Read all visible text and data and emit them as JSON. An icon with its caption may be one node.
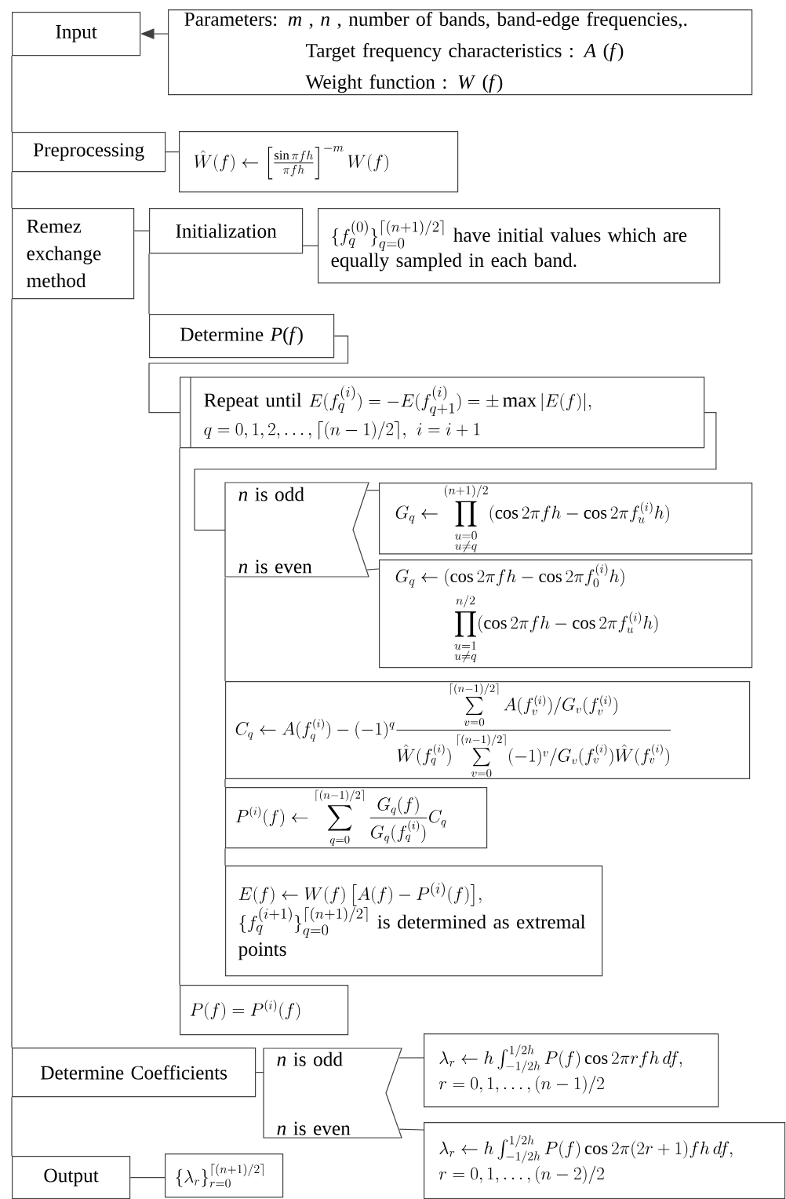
{
  "diagram": {
    "nodes": [
      {
        "text": [
          "Input"
        ]
      },
      {
        "text": [
          "Parameters: *m* , *n* , number of bands, band-edge frequencies,.",
          "Target frequency characteristics : *A* (*f*)",
          "Weight function : *W* (*f*)"
        ]
      },
      {
        "text": [
          "Preprocessing"
        ]
      },
      {
        "text": [
          "\\hat{W}(f)\\leftarrow\\left[\\frac{\\sin\\pi f h}{\\pi f h}\\right]^{-m}W(f)"
        ]
      },
      {
        "text": [
          "Remez exchange method"
        ]
      },
      {
        "text": [
          "Initialization"
        ]
      },
      {
        "text": [
          "\\{f_q^{(0)}\\}_{q=0}^{\\lceil (n+1)/2\\rceil}",
          "have initial values which are equally sampled in each band."
        ]
      },
      {
        "text": [
          "Determine *P*(*f*)"
        ]
      },
      {
        "text": [
          "Repeat until",
          "E(f_q^{(i)})=-E(f_{q+1}^{(i)})=\\pm\\max|E(f)|,",
          "q=0,1,2,\\ldots,\\lceil (n-1)/2\\rceil,\\ i=i+1"
        ]
      },
      {
        "text": [
          "*n* is odd",
          "*n* is even"
        ]
      },
      {
        "text": [
          "G_q\\leftarrow\\prod_{\\substack{u=0\\\\u\\neq q}}^{(n+1)/2}(\\cos 2\\pi f h-\\cos 2\\pi f_u^{(i)}h)"
        ]
      },
      {
        "text": [
          "\\begin{aligned}G_q&\\leftarrow(\\cos 2\\pi f h-\\cos 2\\pi f_0^{(i)}h)\\\\&\\qquad\\prod_{\\substack{u=1\\\\u\\neq q}}^{n/2}(\\cos 2\\pi f h-\\cos 2\\pi f_u^{(i)}h)\\end{aligned}"
        ]
      },
      {
        "text": [
          "C_q\\leftarrow A(f_q^{(i)})-(-1)^q\\frac{\\sum\\limits_{v=0}^{\\lceil (n-1)/2\\rceil}A(f_v^{(i)})/G_v(f_v^{(i)})}{\\hat{W}(f_q^{(i)})\\sum\\limits_{v=0}^{\\lceil (n-1)/2\\rceil}(-1)^v/G_v(f_v^{(i)})\\hat{W}(f_v^{(i)})}"
        ]
      },
      {
        "text": [
          "P^{(i)}(f)\\leftarrow\\sum_{q=0}^{\\lceil (n-1)/2\\rceil}\\frac{G_q(f)}{G_q(f_q^{(i)})}C_q"
        ]
      },
      {
        "text": [
          "E(f)\\leftarrow W(f)\\,\\bigl[A(f)-P^{(i)}(f)\\bigr],",
          "\\{f_q^{(i+1)}\\}_{q=0}^{\\lceil (n+1)/2\\rceil}",
          "is determined as extremal points"
        ]
      },
      {
        "text": [
          "P(f)=P^{(i)}(f)"
        ]
      },
      {
        "text": [
          "Determine Coefficients"
        ]
      },
      {
        "text": [
          "*n* is odd",
          "*n* is even"
        ]
      },
      {
        "text": [
          "\\begin{array}{l}\\lambda_r\\leftarrow h\\int_{-1/2h}^{1/2h}P(f)\\cos 2\\pi r f h\\,df,\\\\ r=0,1,\\ldots,(n-1)/2\\end{array}"
        ]
      },
      {
        "text": [
          "\\begin{array}{l}\\lambda_r\\leftarrow h\\int_{-1/2h}^{1/2h}P(f)\\cos 2\\pi(2r+1)f h\\,df,\\\\ r=0,1,\\ldots,(n-2)/2\\end{array}"
        ]
      },
      {
        "text": [
          "Output"
        ]
      },
      {
        "text": [
          "\\{\\lambda_r\\}_{r=0}^{\\lceil (n+1)/2\\rceil}"
        ]
      }
    ],
    "edges": [
      {
        "from": 1,
        "to": 0,
        "arrow": "to"
      },
      {
        "from": 0,
        "to": 2,
        "arrow": "none"
      },
      {
        "from": 2,
        "to": 3,
        "arrow": "none"
      },
      {
        "from": 2,
        "to": 4,
        "arrow": "none"
      },
      {
        "from": 4,
        "to": 5,
        "arrow": "none"
      },
      {
        "from": 5,
        "to": 6,
        "arrow": "none"
      },
      {
        "from": 5,
        "to": 7,
        "arrow": "none"
      },
      {
        "from": 7,
        "to": 8,
        "arrow": "none"
      },
      {
        "from": 8,
        "to": 9,
        "arrow": "none"
      },
      {
        "from": 9,
        "to": 10,
        "arrow": "none"
      },
      {
        "from": 9,
        "to": 11,
        "arrow": "none"
      },
      {
        "from": 9,
        "to": 12,
        "arrow": "none"
      },
      {
        "from": 12,
        "to": 13,
        "arrow": "none"
      },
      {
        "from": 13,
        "to": 14,
        "arrow": "none"
      },
      {
        "from": 8,
        "to": 15,
        "arrow": "none"
      },
      {
        "from": 4,
        "to": 16,
        "arrow": "none"
      },
      {
        "from": 16,
        "to": 17,
        "arrow": "none"
      },
      {
        "from": 17,
        "to": 18,
        "arrow": "none"
      },
      {
        "from": 17,
        "to": 19,
        "arrow": "none"
      },
      {
        "from": 16,
        "to": 20,
        "arrow": "none"
      },
      {
        "from": 20,
        "to": 21,
        "arrow": "none"
      }
    ]
  }
}
